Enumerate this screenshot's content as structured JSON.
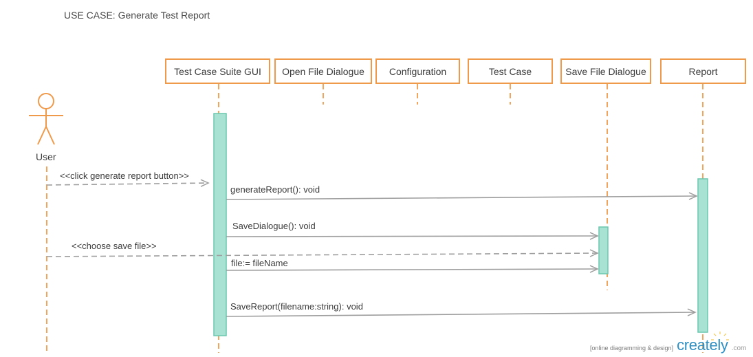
{
  "title": "USE CASE: Generate Test Report",
  "actor": {
    "label": "User"
  },
  "participants": [
    {
      "label": "Test Case Suite GUI"
    },
    {
      "label": "Open File Dialogue"
    },
    {
      "label": "Configuration"
    },
    {
      "label": "Test Case"
    },
    {
      "label": "Save File Dialogue"
    },
    {
      "label": "Report"
    }
  ],
  "messages": [
    {
      "label": "<<click generate report button>>",
      "style": "dashed"
    },
    {
      "label": "generateReport(): void",
      "style": "solid"
    },
    {
      "label": "SaveDialogue(): void",
      "style": "solid"
    },
    {
      "label": "<<choose save file>>",
      "style": "dashed"
    },
    {
      "label": "file:= fileName",
      "style": "solid"
    },
    {
      "label": "SaveReport(filename:string): void",
      "style": "solid"
    }
  ],
  "colors": {
    "lifeline": "#ef9a4b",
    "activation_fill": "#a8e2d2",
    "activation_stroke": "#6cc7ae",
    "message": "#9e9e9e"
  },
  "watermark": {
    "tagline": "[online diagramming & design]",
    "brand": "creately",
    "suffix": ".com"
  }
}
